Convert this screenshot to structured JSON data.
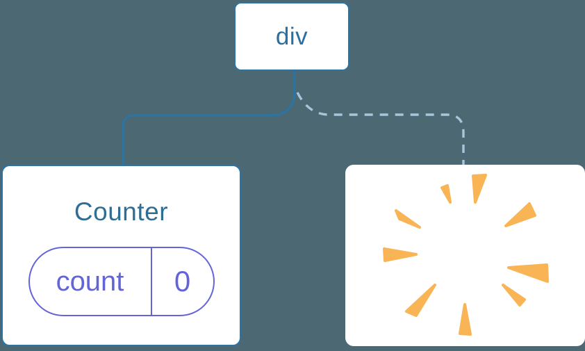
{
  "diagram": {
    "root_node": {
      "label": "div"
    },
    "counter_node": {
      "title": "Counter",
      "state": {
        "key": "count",
        "value": "0"
      }
    },
    "removed_node": {
      "icon": "poof-explosion"
    },
    "edges": [
      {
        "from": "div",
        "to": "Counter",
        "style": "solid"
      },
      {
        "from": "div",
        "to": "removed",
        "style": "dashed"
      }
    ]
  },
  "colors": {
    "background": "#4C6872",
    "node_background": "#FFFFFF",
    "node_border_blue": "#2B74A4",
    "root_label_blue": "#2B6FA0",
    "counter_title_blue": "#2F6E93",
    "state_purple": "#6464D9",
    "solid_edge_blue": "#2B74A4",
    "dashed_edge_light_blue": "#A7C5DB",
    "poof_orange": "#F8B455"
  }
}
